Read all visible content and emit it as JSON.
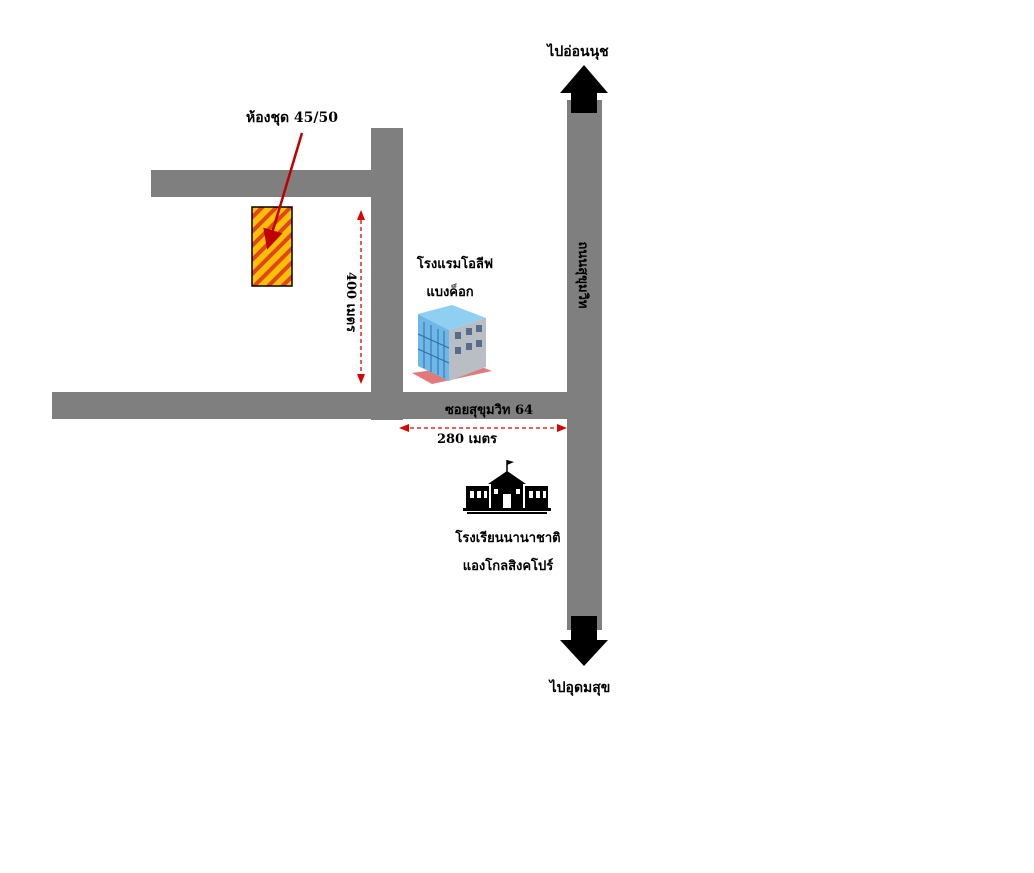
{
  "labels": {
    "to_north": "ไปอ่อนนุช",
    "to_south": "ไปอุดมสุข",
    "unit": "ห้องชุด 45/50",
    "hotel_line1": "โรงแรมโอลีฟ",
    "hotel_line2": "แบงค็อก",
    "vertical_distance": "400 เมตร",
    "soi_name": "ซอยสุขุมวิท 64",
    "horizontal_distance": "280 เมตร",
    "school_line1": "โรงเรียนนานาชาติ",
    "school_line2": "แองโกลสิงคโปร์",
    "main_road": "ถนนสุขุมวิท"
  },
  "colors": {
    "road": "#7f7f7f",
    "arrow": "#000000",
    "unit_fill_a": "#ffc000",
    "unit_fill_b": "#e0461d",
    "pointer": "#c00000",
    "distance_marker": "#e00000"
  },
  "icons": {
    "hotel": "hotel-building-icon",
    "school": "school-building-icon",
    "north": "up-arrow-icon",
    "south": "down-arrow-icon"
  }
}
